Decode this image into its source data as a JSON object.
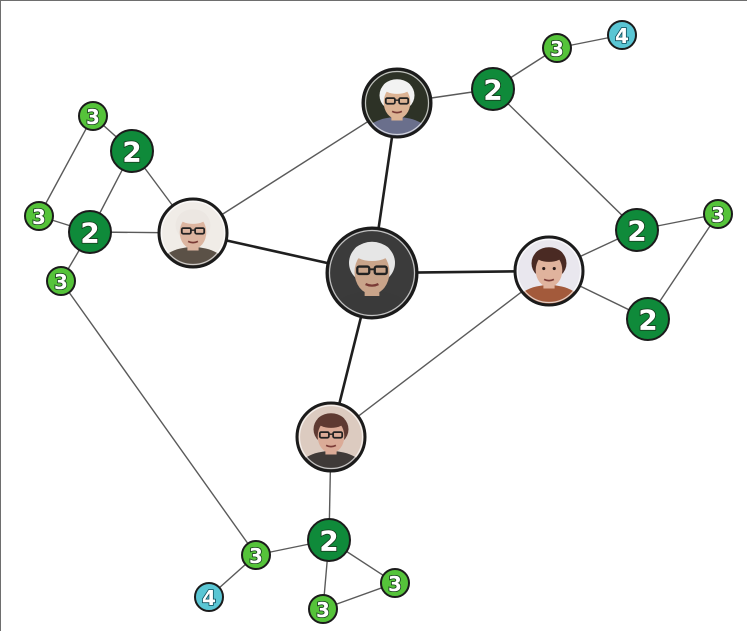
{
  "graph": {
    "center": {
      "id": "center",
      "kind": "portrait",
      "skin": "#c9a48a",
      "hair": "#e6e6e6",
      "bg": "#3b3b3b",
      "glasses": true
    },
    "people": [
      {
        "id": "p-top",
        "kind": "portrait",
        "skin": "#dcb394",
        "hair": "#f2f2f2",
        "bg": "#2d3226",
        "glasses": true,
        "suit": "#6a6f8c"
      },
      {
        "id": "p-left",
        "kind": "portrait",
        "skin": "#dcb5a0",
        "hair": "#ece7e2",
        "bg": "#f0ece7",
        "glasses": true,
        "suit": "#5b5147"
      },
      {
        "id": "p-right",
        "kind": "portrait",
        "skin": "#e0b39d",
        "hair": "#4a2a23",
        "bg": "#e9e7ee",
        "glasses": false,
        "suit": "#a35a3b"
      },
      {
        "id": "p-bottom",
        "kind": "portrait",
        "skin": "#dbab97",
        "hair": "#5e3a32",
        "bg": "#dccbc0",
        "glasses": true,
        "suit": "#3f3a38"
      }
    ],
    "nodes": [
      {
        "id": "n2-topright",
        "label": "2",
        "level": 2
      },
      {
        "id": "n3-topright",
        "label": "3",
        "level": 3
      },
      {
        "id": "n4-topright",
        "label": "4",
        "level": 4
      },
      {
        "id": "n2-right-a",
        "label": "2",
        "level": 2
      },
      {
        "id": "n3-right",
        "label": "3",
        "level": 3
      },
      {
        "id": "n2-right-b",
        "label": "2",
        "level": 2
      },
      {
        "id": "n3-left-top",
        "label": "3",
        "level": 3
      },
      {
        "id": "n2-left-a",
        "label": "2",
        "level": 2
      },
      {
        "id": "n3-left-mid",
        "label": "3",
        "level": 3
      },
      {
        "id": "n2-left-b",
        "label": "2",
        "level": 2
      },
      {
        "id": "n3-left-low",
        "label": "3",
        "level": 3
      },
      {
        "id": "n2-bottom",
        "label": "2",
        "level": 2
      },
      {
        "id": "n3-bottom-left",
        "label": "3",
        "level": 3
      },
      {
        "id": "n4-bottom",
        "label": "4",
        "level": 4
      },
      {
        "id": "n3-bottom-right",
        "label": "3",
        "level": 3
      },
      {
        "id": "n3-bottom-low",
        "label": "3",
        "level": 3
      }
    ],
    "edges": [
      [
        "center",
        "p-top",
        "thick"
      ],
      [
        "center",
        "p-left",
        "thick"
      ],
      [
        "center",
        "p-right",
        "thick"
      ],
      [
        "center",
        "p-bottom",
        "thick"
      ],
      [
        "p-top",
        "p-left",
        "thin"
      ],
      [
        "p-right",
        "p-bottom",
        "thin"
      ],
      [
        "p-top",
        "n2-topright",
        "thin"
      ],
      [
        "n2-topright",
        "n3-topright",
        "thin"
      ],
      [
        "n3-topright",
        "n4-topright",
        "thin"
      ],
      [
        "n2-topright",
        "n2-right-a",
        "thin"
      ],
      [
        "p-right",
        "n2-right-a",
        "thin"
      ],
      [
        "p-right",
        "n2-right-b",
        "thin"
      ],
      [
        "n2-right-a",
        "n3-right",
        "thin"
      ],
      [
        "n3-right",
        "n2-right-b",
        "thin"
      ],
      [
        "p-left",
        "n2-left-a",
        "thin"
      ],
      [
        "p-left",
        "n2-left-b",
        "thin"
      ],
      [
        "n2-left-a",
        "n3-left-top",
        "thin"
      ],
      [
        "n3-left-top",
        "n3-left-mid",
        "thin"
      ],
      [
        "n2-left-a",
        "n2-left-b",
        "thin"
      ],
      [
        "n3-left-mid",
        "n2-left-b",
        "thin"
      ],
      [
        "n2-left-b",
        "n3-left-low",
        "thin"
      ],
      [
        "n3-left-low",
        "n3-bottom-left",
        "thin"
      ],
      [
        "p-bottom",
        "n2-bottom",
        "thin"
      ],
      [
        "n2-bottom",
        "n3-bottom-left",
        "thin"
      ],
      [
        "n3-bottom-left",
        "n4-bottom",
        "thin"
      ],
      [
        "n2-bottom",
        "n3-bottom-right",
        "thin"
      ],
      [
        "n2-bottom",
        "n3-bottom-low",
        "thin"
      ],
      [
        "n3-bottom-right",
        "n3-bottom-low",
        "thin"
      ]
    ],
    "colors": {
      "level2": "#0f8a3a",
      "level3": "#55c33a",
      "level4": "#5ac6d4",
      "outline": "#1b1b1b",
      "portrait_ring": "#1b1b1b"
    }
  }
}
